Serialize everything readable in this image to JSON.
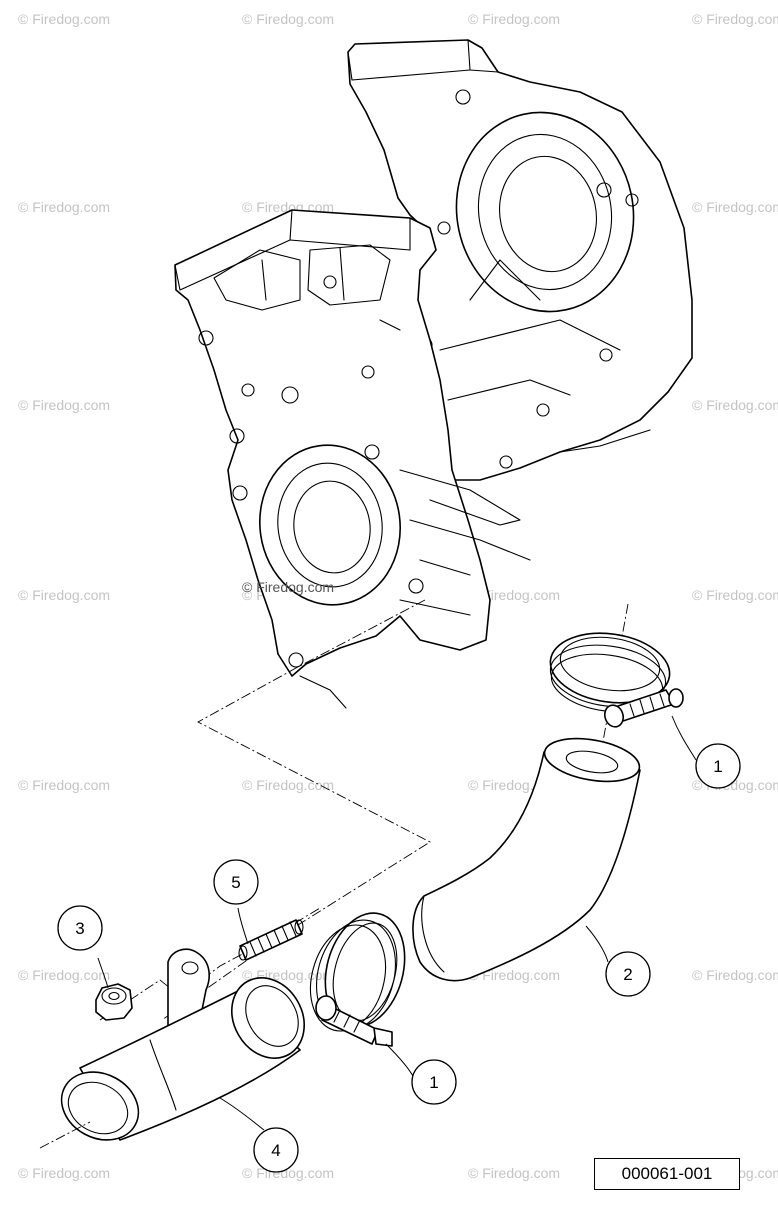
{
  "watermark": {
    "text": "© Firedog.com",
    "center_text": "© Firedog.com"
  },
  "diagram_id": "000061-001",
  "callouts": [
    {
      "label": "1",
      "part": "hose clamp (upper)"
    },
    {
      "label": "2",
      "part": "coolant hose"
    },
    {
      "label": "3",
      "part": "flange nut"
    },
    {
      "label": "4",
      "part": "water inlet pipe"
    },
    {
      "label": "5",
      "part": "stud bolt"
    },
    {
      "label": "1",
      "part": "hose clamp (lower)"
    }
  ],
  "colors": {
    "line": "#000000",
    "watermark": "#c4c4c4",
    "background": "#ffffff"
  }
}
